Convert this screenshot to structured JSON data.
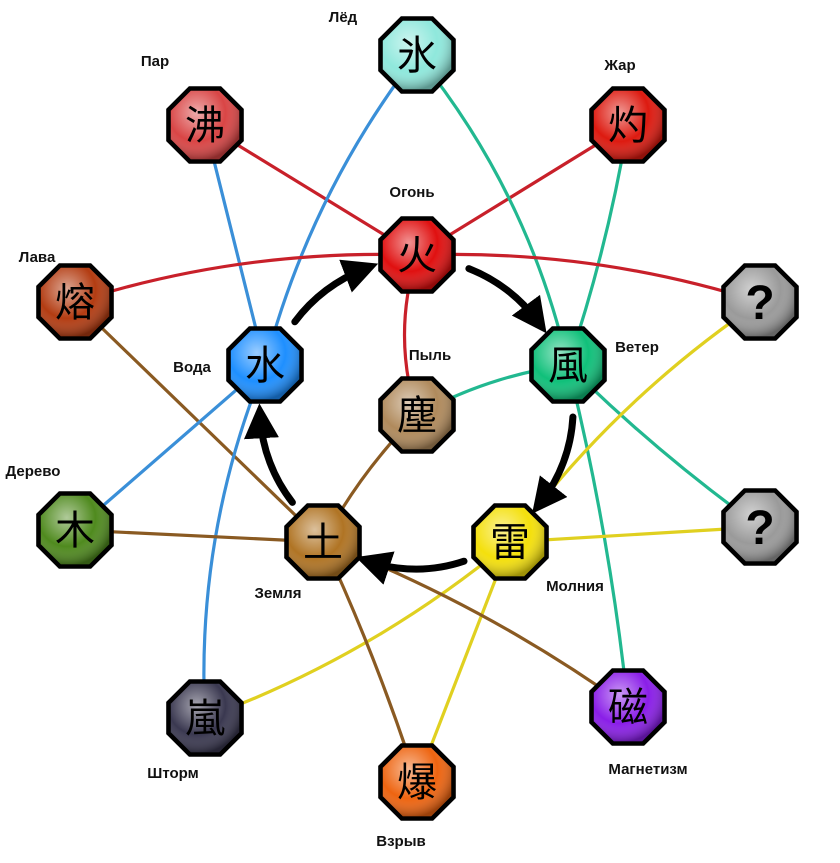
{
  "nodes": [
    {
      "id": "ice",
      "symbol": "氷",
      "label": "Лёд",
      "color": "#8fe8dc"
    },
    {
      "id": "steam",
      "symbol": "沸",
      "label": "Пар",
      "color": "#d94545"
    },
    {
      "id": "scorch",
      "symbol": "灼",
      "label": "Жар",
      "color": "#dd1a10"
    },
    {
      "id": "fire",
      "symbol": "火",
      "label": "Огонь",
      "color": "#e01010"
    },
    {
      "id": "lava",
      "symbol": "熔",
      "label": "Лава",
      "color": "#b33c12"
    },
    {
      "id": "unknown1",
      "symbol": "?",
      "label": "",
      "color": "#9a9a9a"
    },
    {
      "id": "water",
      "symbol": "水",
      "label": "Вода",
      "color": "#1e8fff"
    },
    {
      "id": "wind",
      "symbol": "風",
      "label": "Ветер",
      "color": "#10c07a"
    },
    {
      "id": "dust",
      "symbol": "塵",
      "label": "Пыль",
      "color": "#b08a5c"
    },
    {
      "id": "wood",
      "symbol": "木",
      "label": "Дерево",
      "color": "#4f8a1e"
    },
    {
      "id": "earth",
      "symbol": "土",
      "label": "Земля",
      "color": "#b07424"
    },
    {
      "id": "lightning",
      "symbol": "雷",
      "label": "Молния",
      "color": "#f4e00c"
    },
    {
      "id": "unknown2",
      "symbol": "?",
      "label": "",
      "color": "#9a9a9a"
    },
    {
      "id": "storm",
      "symbol": "嵐",
      "label": "Шторм",
      "color": "#3a3850"
    },
    {
      "id": "magnet",
      "symbol": "磁",
      "label": "Магнетизм",
      "color": "#8a1ee8"
    },
    {
      "id": "explosion",
      "symbol": "爆",
      "label": "Взрыв",
      "color": "#ee6410"
    }
  ],
  "connections": [
    {
      "from": "steam",
      "to": "fire",
      "color": "#c8202a"
    },
    {
      "from": "steam",
      "to": "water",
      "color": "#3a8fd8"
    },
    {
      "from": "scorch",
      "to": "fire",
      "color": "#c8202a"
    },
    {
      "from": "scorch",
      "to": "wind",
      "color": "#22b890"
    },
    {
      "from": "ice",
      "to": "water",
      "color": "#3a8fd8"
    },
    {
      "from": "ice",
      "to": "wind",
      "color": "#22b890"
    },
    {
      "from": "lava",
      "to": "fire",
      "color": "#c8202a"
    },
    {
      "from": "lava",
      "to": "earth",
      "color": "#8a5a22"
    },
    {
      "from": "fire",
      "to": "unknown1",
      "color": "#c8202a"
    },
    {
      "from": "fire",
      "to": "dust",
      "color": "#c8202a"
    },
    {
      "from": "wind",
      "to": "dust",
      "color": "#22b890"
    },
    {
      "from": "earth",
      "to": "dust",
      "color": "#8a5a22"
    },
    {
      "from": "wind",
      "to": "unknown2",
      "color": "#22b890"
    },
    {
      "from": "wind",
      "to": "magnet",
      "color": "#22b890"
    },
    {
      "from": "lightning",
      "to": "unknown1",
      "color": "#e0d020"
    },
    {
      "from": "lightning",
      "to": "unknown2",
      "color": "#e0d020"
    },
    {
      "from": "lightning",
      "to": "storm",
      "color": "#e0d020"
    },
    {
      "from": "lightning",
      "to": "explosion",
      "color": "#e0d020"
    },
    {
      "from": "water",
      "to": "wood",
      "color": "#3a8fd8"
    },
    {
      "from": "water",
      "to": "storm",
      "color": "#3a8fd8"
    },
    {
      "from": "earth",
      "to": "wood",
      "color": "#8a5a22"
    },
    {
      "from": "earth",
      "to": "explosion",
      "color": "#8a5a22"
    },
    {
      "from": "earth",
      "to": "magnet",
      "color": "#8a5a22"
    }
  ],
  "cycle": [
    "fire",
    "wind",
    "lightning",
    "earth",
    "water"
  ]
}
